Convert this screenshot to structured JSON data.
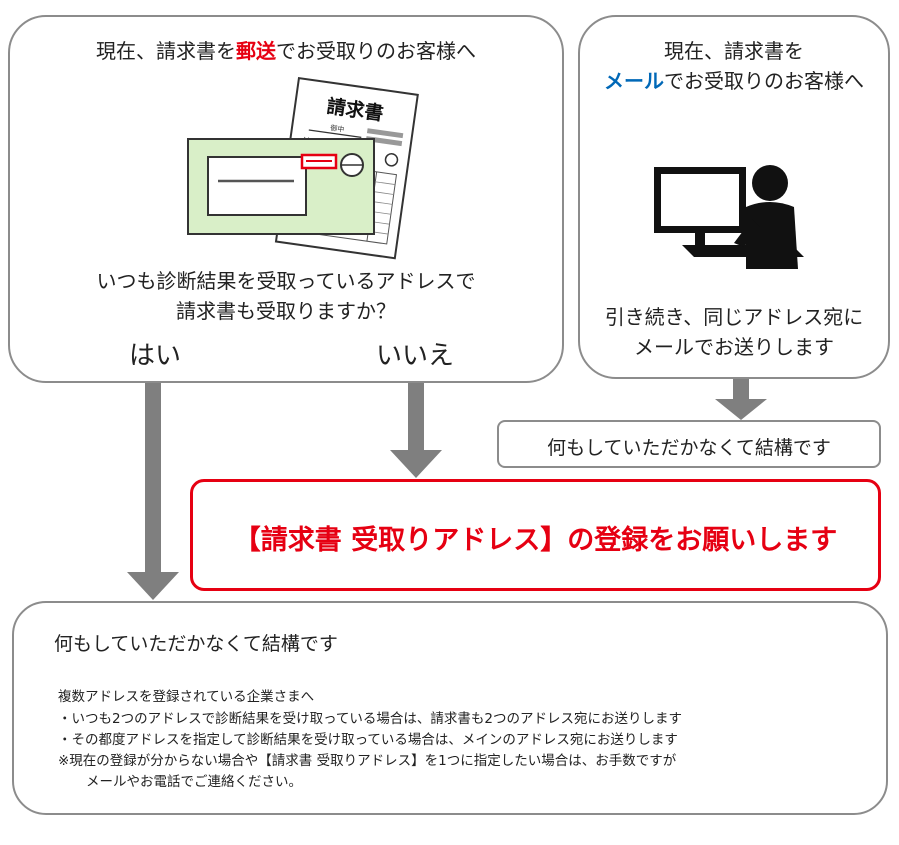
{
  "left_box": {
    "heading_pre": "現在、請求書を",
    "heading_highlight": "郵送",
    "heading_post": "でお受取りのお客様へ",
    "invoice_title": "請求書",
    "invoice_to": "御中",
    "invoice_yen": "¥",
    "question_line1": "いつも診断結果を受取っているアドレスで",
    "question_line2": "請求書も受取りますか？",
    "yes": "はい",
    "no": "いいえ"
  },
  "right_box": {
    "heading_line1": "現在、請求書を",
    "heading_highlight": "メール",
    "heading_post": "でお受取りのお客様へ",
    "body_line1": "引き続き、同じアドレス宛に",
    "body_line2": "メールでお送りします"
  },
  "right_result": "何もしていただかなくて結構です",
  "register_request": "【請求書 受取りアドレス】の登録をお願いします",
  "bottom_box": {
    "title": "何もしていただかなくて結構です",
    "note_heading": "複数アドレスを登録されている企業さまへ",
    "note_1": "・いつも2つのアドレスで診断結果を受け取っている場合は、請求書も2つのアドレス宛にお送りします",
    "note_2": "・その都度アドレスを指定して診断結果を受け取っている場合は、メインのアドレス宛にお送りします",
    "note_3": "※現在の登録が分からない場合や【請求書 受取りアドレス】を1つに指定したい場合は、お手数ですが",
    "note_4": "メールやお電話でご連絡ください。"
  },
  "colors": {
    "highlight_red": "#e60012",
    "highlight_blue": "#0068b7",
    "border_gray": "#8c8c8c",
    "arrow_gray": "#7f7f7f",
    "envelope_green": "#d9efc8"
  }
}
